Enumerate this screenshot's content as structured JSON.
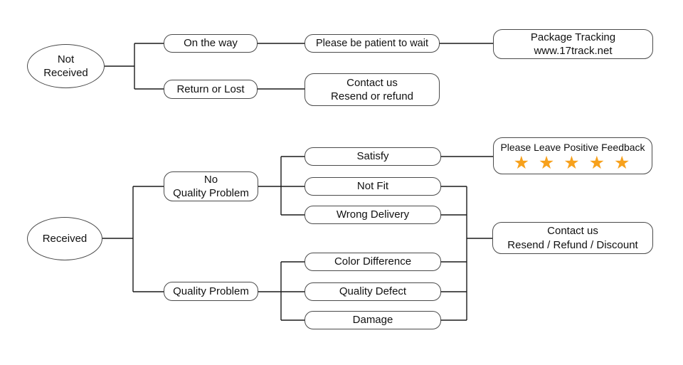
{
  "colors": {
    "star": "#F7A11C",
    "box_border": "#4a4a4a",
    "connector_line": "#1a1a1a",
    "background": "#ffffff"
  },
  "not_received_flow": {
    "root": "Not\nReceived",
    "on_the_way": "On the way",
    "please_be_patient": "Please be patient to wait",
    "package_tracking": "Package Tracking\nwww.17track.net",
    "return_or_lost": "Return or Lost",
    "contact_us": "Contact us\nResend or refund"
  },
  "received_flow": {
    "root": "Received",
    "no_quality_problem": "No\nQuality Problem",
    "quality_problem": "Quality Problem",
    "satisfy": "Satisfy",
    "not_fit": "Not Fit",
    "wrong_delivery": "Wrong Delivery",
    "color_difference": "Color Difference",
    "quality_defect": "Quality Defect",
    "damage": "Damage",
    "positive_feedback": {
      "label": "Please Leave Positive Feedback",
      "stars": "★ ★ ★ ★ ★",
      "star_count": 5
    },
    "contact_us": "Contact us\nResend / Refund / Discount"
  }
}
